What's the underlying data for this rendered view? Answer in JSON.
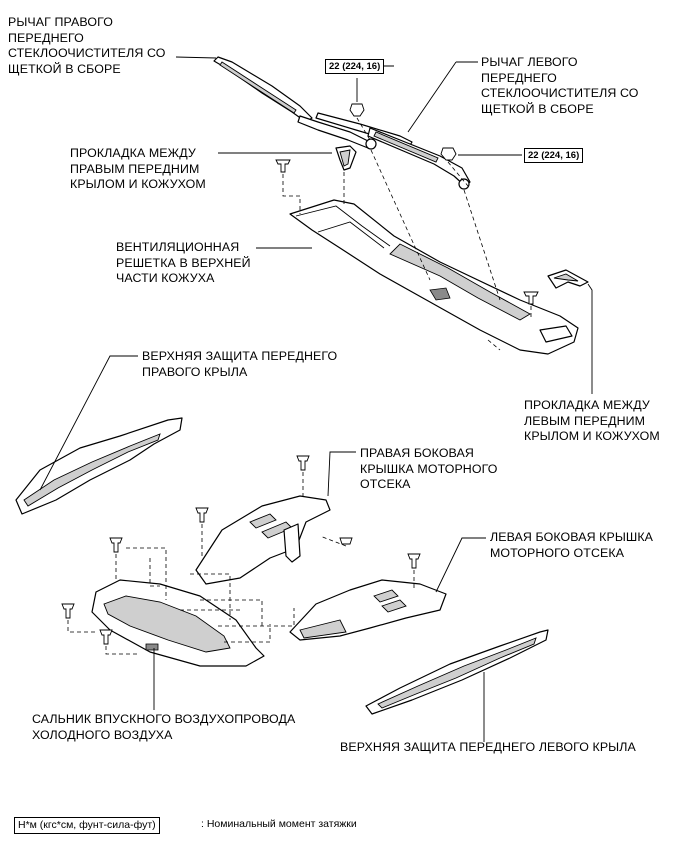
{
  "labels": {
    "right_wiper_arm": "РЫЧАГ ПРАВОГО\nПЕРЕДНЕГО\nСТЕКЛООЧИСТИТЕЛЯ СО\nЩЕТКОЙ В СБОРЕ",
    "left_wiper_arm": "РЫЧАГ ЛЕВОГО\nПЕРЕДНЕГО\nСТЕКЛООЧИСТИТЕЛЯ СО\nЩЕТКОЙ В СБОРЕ",
    "right_seal": "ПРОКЛАДКА МЕЖДУ\nПРАВЫМ ПЕРЕДНИМ\nКРЫЛОМ И КОЖУХОМ",
    "cowl_louver": "ВЕНТИЛЯЦИОННАЯ\nРЕШЕТКА В ВЕРХНЕЙ\nЧАСТИ КОЖУХА",
    "right_fender_protector": "ВЕРХНЯЯ ЗАЩИТА ПЕРЕДНЕГО\nПРАВОГО КРЫЛА",
    "left_seal": "ПРОКЛАДКА МЕЖДУ\nЛЕВЫМ ПЕРЕДНИМ\nКРЫЛОМ И КОЖУХОМ",
    "right_side_cover": "ПРАВАЯ БОКОВАЯ\nКРЫШКА МОТОРНОГО\nОТСЕКА",
    "left_side_cover": "ЛЕВАЯ БОКОВАЯ КРЫШКА\nМОТОРНОГО ОТСЕКА",
    "air_intake_seal": "САЛЬНИК ВПУСКНОГО ВОЗДУХОПРОВОДА\nХОЛОДНОГО ВОЗДУХА",
    "left_fender_protector": "ВЕРХНЯЯ ЗАЩИТА ПЕРЕДНЕГО ЛЕВОГО КРЫЛА"
  },
  "torque": {
    "nut_1": "22 (224, 16)",
    "nut_2": "22 (224, 16)"
  },
  "legend": {
    "unit_box": "Н*м (кгс*см, фунт-сила-фут)",
    "description": ": Номинальный момент затяжки"
  }
}
